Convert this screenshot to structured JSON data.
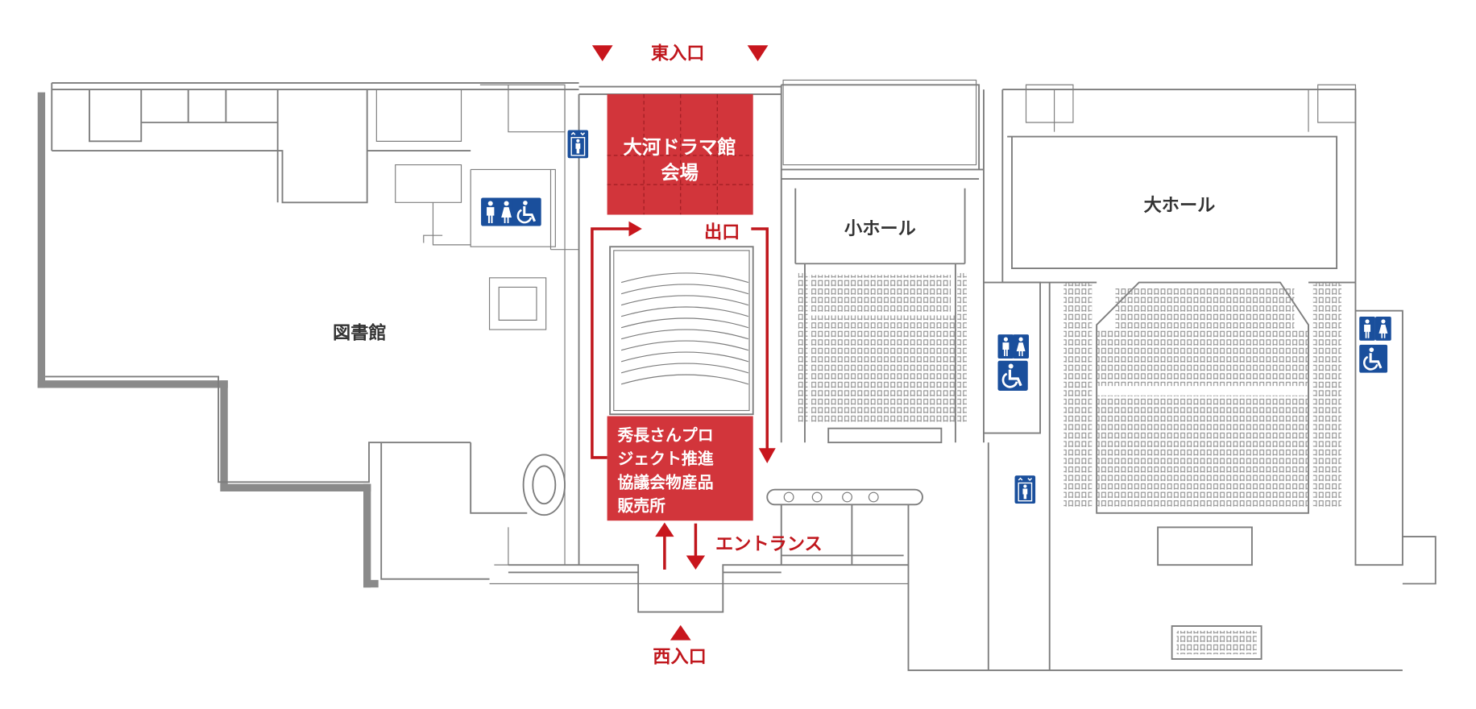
{
  "map": {
    "labels": {
      "east_entrance": "東入口",
      "west_entrance": "西入口",
      "exit": "出口",
      "entrance": "エントランス",
      "library": "図書館",
      "small_hall": "小ホール",
      "large_hall": "大ホール"
    },
    "venue_box": {
      "line1": "大河ドラマ館",
      "line2": "会場"
    },
    "shop_box": {
      "lines": [
        "秀長さんプロ",
        "ジェクト推進",
        "協議会物産品",
        "販売所"
      ]
    },
    "icons": [
      "elevator-icon",
      "male-restroom-icon",
      "female-restroom-icon",
      "wheelchair-restroom-icon"
    ]
  },
  "colors": {
    "highlight_red": "#d2353b",
    "arrow_red": "#c0161c",
    "icon_blue": "#1a4f9c",
    "wall_gray": "#7d7d7d"
  }
}
